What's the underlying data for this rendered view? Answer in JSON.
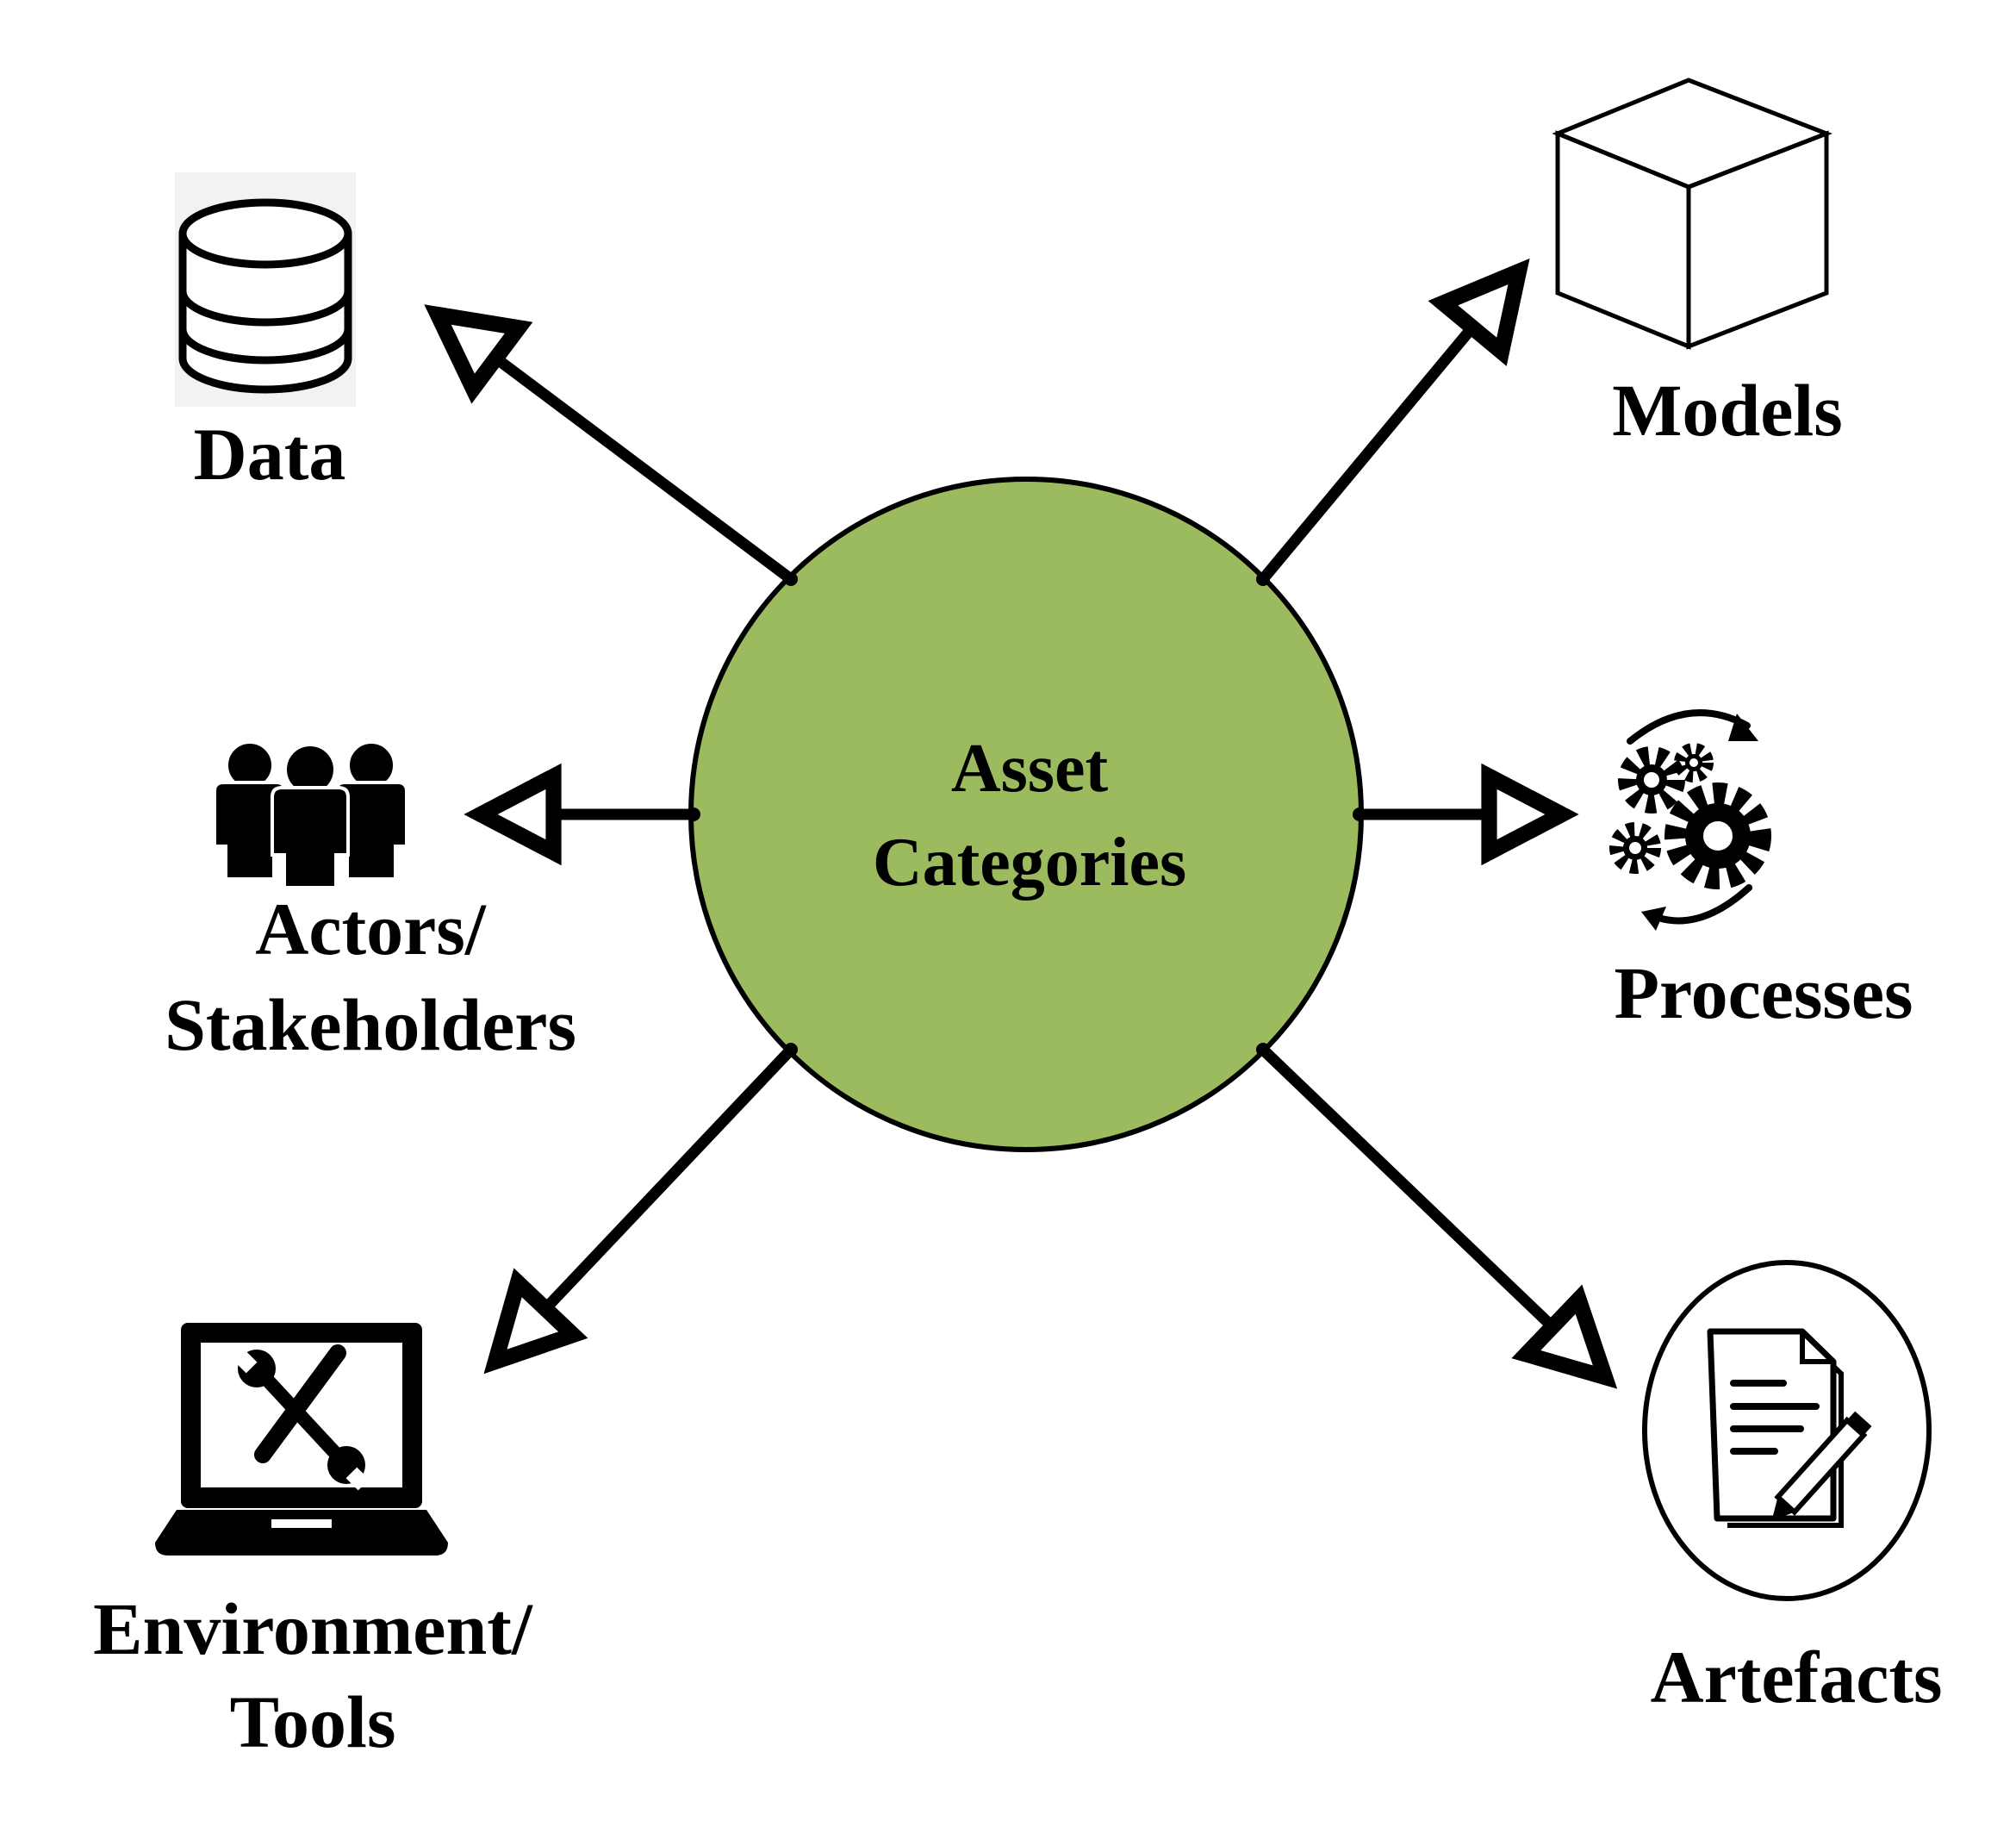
{
  "center": {
    "line1": "Asset",
    "line2": "Categories",
    "fill": "#9bbb5e"
  },
  "categories": {
    "data": {
      "label": "Data",
      "icon": "database-icon"
    },
    "models": {
      "label": "Models",
      "icon": "cube-icon"
    },
    "actors": {
      "line1": "Actors/",
      "line2": "Stakeholders",
      "icon": "people-icon"
    },
    "processes": {
      "label": "Processes",
      "icon": "gears-icon"
    },
    "environment": {
      "line1": "Environment/",
      "line2": "Tools",
      "icon": "laptop-tools-icon"
    },
    "artefacts": {
      "label": "Artefacts",
      "icon": "document-pen-icon"
    }
  },
  "colors": {
    "stroke": "#000000",
    "accent": "#9bbb5e"
  }
}
